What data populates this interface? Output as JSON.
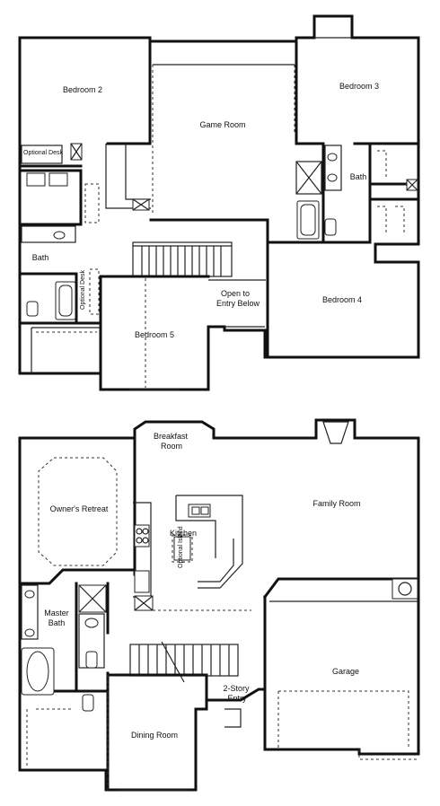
{
  "upper_floor": {
    "rooms": {
      "bedroom_2": "Bedroom 2",
      "game_room": "Game Room",
      "bedroom_3": "Bedroom 3",
      "optional_desk_1": "Optional Desk",
      "bath_left": "Bath",
      "bath_right": "Bath",
      "optional_desk_2": "Optional Desk",
      "open_to_line1": "Open to",
      "open_to_line2": "Entry Below",
      "bedroom_4": "Bedroom 4",
      "bedroom_5": "Bedroom 5"
    }
  },
  "lower_floor": {
    "rooms": {
      "breakfast_line1": "Breakfast",
      "breakfast_line2": "Room",
      "owners_retreat": "Owner's Retreat",
      "family_room": "Family Room",
      "kitchen": "Kitchen",
      "optional_island": "Optional Island",
      "master_bath_line1": "Master",
      "master_bath_line2": "Bath",
      "garage": "Garage",
      "entry_line1": "2-Story",
      "entry_line2": "Entry",
      "dining_room": "Dining Room"
    }
  }
}
